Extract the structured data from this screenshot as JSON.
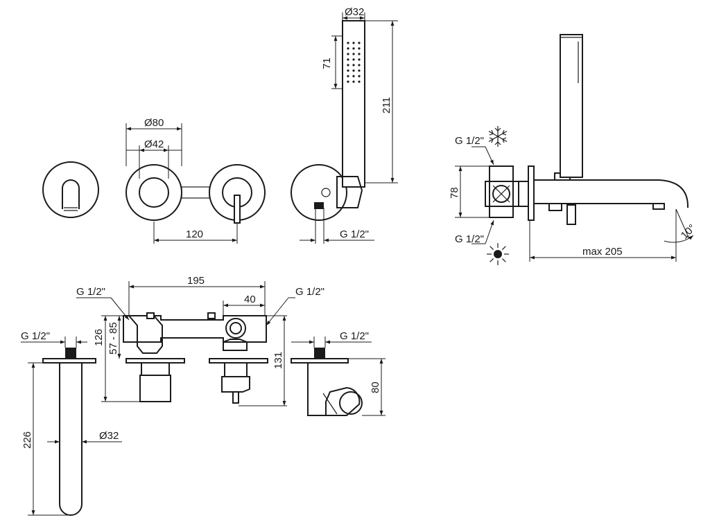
{
  "dimensions": {
    "rosette_outer_dia": "Ø80",
    "rosette_inner_dia": "Ø42",
    "handle_spacing": "120",
    "handshower_dia": "Ø32",
    "handshower_head_len": "71",
    "handshower_len": "211",
    "conn_thread_front": "G 1/2\"",
    "conn_thread_side_top": "G 1/2\"",
    "conn_thread_side_bottom": "G 1/2\"",
    "side_height": "78",
    "spout_reach": "max 205",
    "spout_angle": "10°",
    "body_width": "195",
    "body_offset": "40",
    "thread_body_left": "G 1/2\"",
    "thread_body_right": "G 1/2\"",
    "depth_total": "126",
    "depth_range": "57 - 85",
    "depth_mixer": "131",
    "thread_spout": "G 1/2\"",
    "thread_holder": "G 1/2\"",
    "holder_height": "80",
    "spout_length": "226",
    "spout_dia": "Ø32"
  },
  "icons": {
    "cold": "snowflake-icon",
    "hot": "sun-icon"
  }
}
